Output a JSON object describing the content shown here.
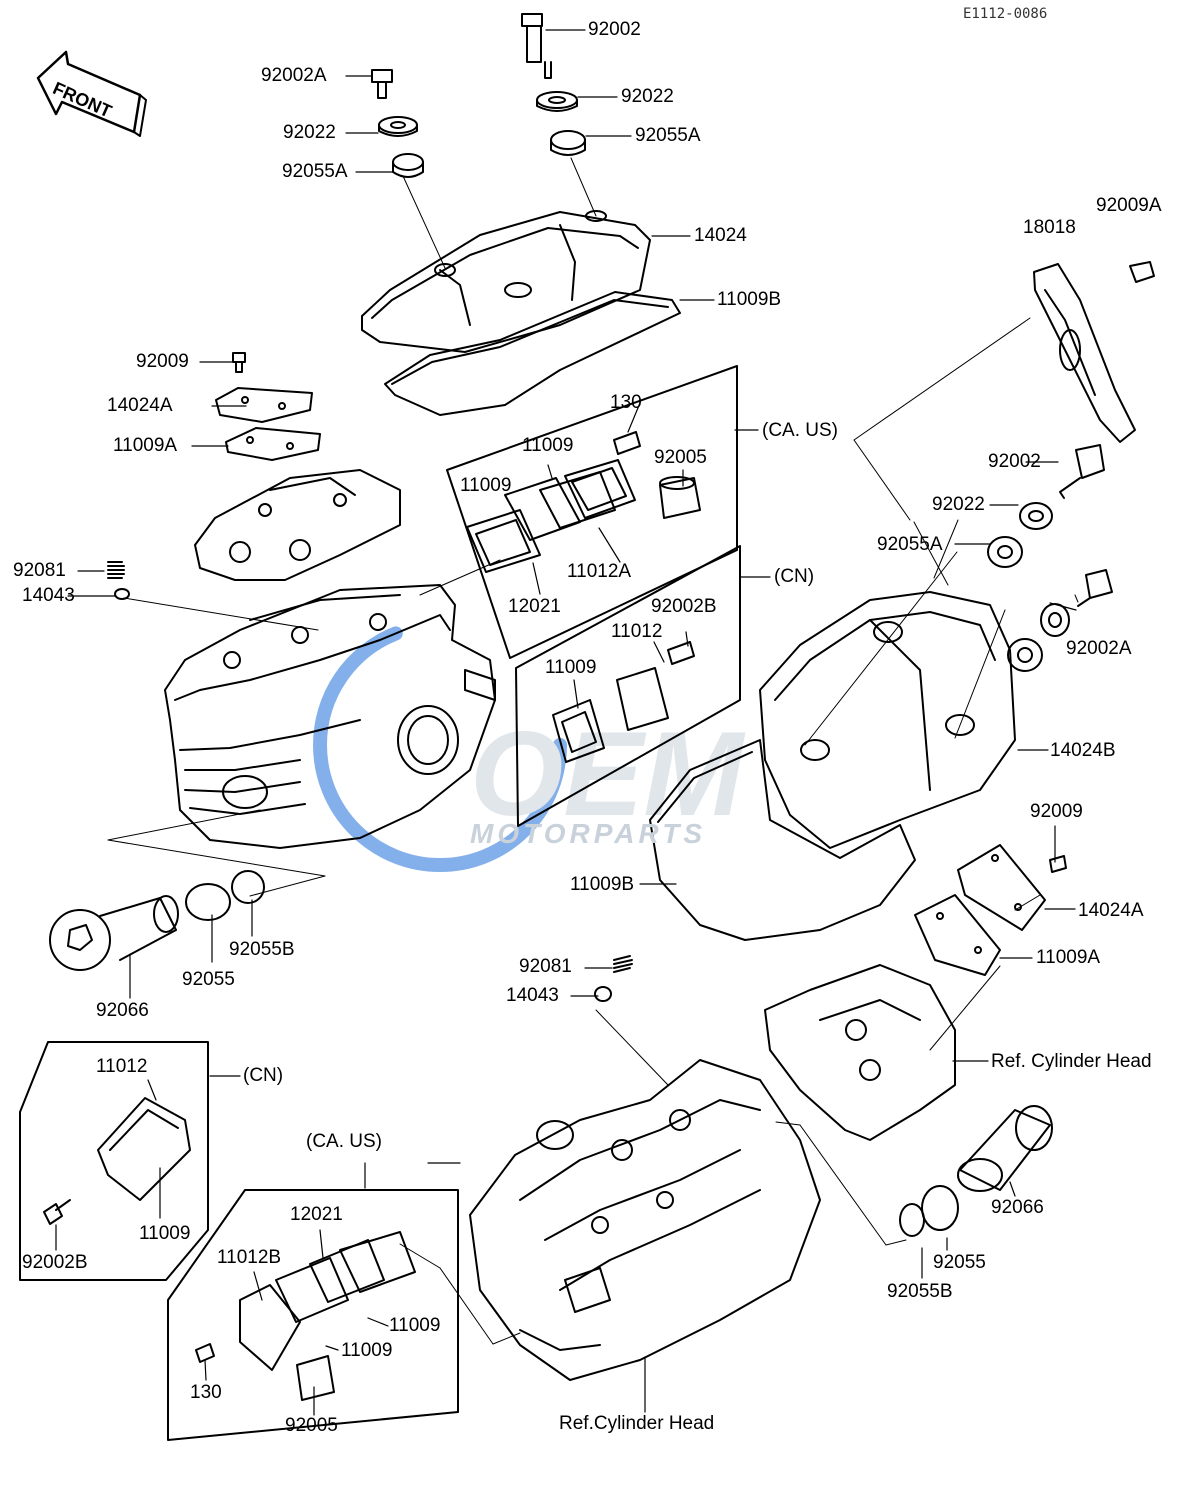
{
  "document_id": "E1112-0086",
  "front_label": "FRONT",
  "watermark": {
    "text": "MOTORPARTS",
    "accent": "#1e6fd9",
    "tint": "#c9d2db"
  },
  "group_labels": {
    "ca_us_top": "(CA. US)",
    "cn_top": "(CN)",
    "cn_bottom": "(CN)",
    "ca_us_bottom": "(CA. US)"
  },
  "part_labels": {
    "p92002_top": "92002",
    "p92002a_top": "92002A",
    "p92022_top_right": "92022",
    "p92022_top_left": "92022",
    "p92055a_top_right": "92055A",
    "p92055a_top_left": "92055A",
    "p14024": "14024",
    "p11009b_top": "11009B",
    "p18018": "18018",
    "p92009a": "92009A",
    "p92009_left": "92009",
    "p14024a_left": "14024A",
    "p11009a_left": "11009A",
    "p130_top": "130",
    "p11009_top_a": "11009",
    "p11009_top_b": "11009",
    "p92005_top": "92005",
    "p11012a": "11012A",
    "p12021_top": "12021",
    "p92002b_top": "92002B",
    "p11012_top": "11012",
    "p11009_cn_top": "11009",
    "p92081_left": "92081",
    "p14043_left": "14043",
    "p92002_right": "92002",
    "p92022_right": "92022",
    "p92055a_right": "92055A",
    "p92002a_right": "92002A",
    "p14024b": "14024B",
    "p92009_right": "92009",
    "p14024a_right": "14024A",
    "p11009b_right": "11009B",
    "p11009a_right": "11009A",
    "p92081_mid": "92081",
    "p14043_mid": "14043",
    "p92066_left": "92066",
    "p92055_left": "92055",
    "p92055b_left": "92055B",
    "p11012_cn_bottom": "11012",
    "p11009_cn_bottom": "11009",
    "p92002b_bottom": "92002B",
    "p12021_bottom": "12021",
    "p11012b": "11012B",
    "p11009_bottom_a": "11009",
    "p11009_bottom_b": "11009",
    "p130_bottom": "130",
    "p92005_bottom": "92005",
    "ref_cylinder_head_right": "Ref. Cylinder Head",
    "ref_cylinder_head_bottom": "Ref.Cylinder Head",
    "p92066_right": "92066",
    "p92055_right": "92055",
    "p92055b_right": "92055B"
  }
}
